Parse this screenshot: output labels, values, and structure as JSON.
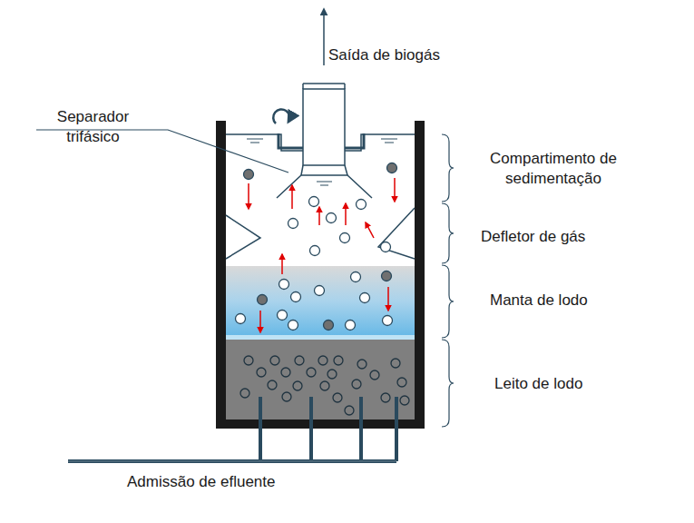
{
  "diagram": {
    "labels": [
      "Saída de biogás",
      "Separador trifásico",
      "Compartimento de sedimentação",
      "Defletor de gás",
      "Manta de lodo",
      "Leito de lodo",
      "Admissão de efluente"
    ]
  }
}
